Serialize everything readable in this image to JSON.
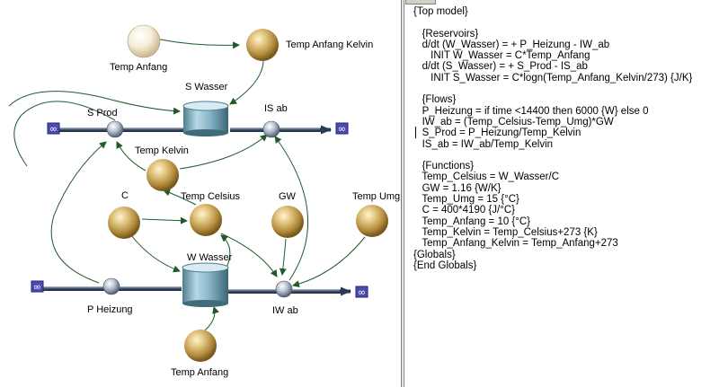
{
  "diagram": {
    "nodes": {
      "temp_anfang_top": "Temp Anfang",
      "temp_anfang_kelvin": "Temp Anfang Kelvin",
      "s_wasser": "S Wasser",
      "s_prod": "S Prod",
      "is_ab": "IS ab",
      "temp_kelvin": "Temp Kelvin",
      "c": "C",
      "temp_celsius": "Temp Celsius",
      "gw": "GW",
      "temp_umg": "Temp Umg",
      "w_wasser": "W Wasser",
      "p_heizung": "P Heizung",
      "iw_ab": "IW ab",
      "temp_anfang_bottom": "Temp Anfang"
    },
    "infinity_symbol": "∞"
  },
  "editor": {
    "lines": [
      "{Top model}",
      "",
      "   {Reservoirs}",
      "   d/dt (W_Wasser) = + P_Heizung - IW_ab",
      "      INIT W_Wasser = C*Temp_Anfang",
      "   d/dt (S_Wasser) = + S_Prod - IS_ab",
      "      INIT S_Wasser = C*logn(Temp_Anfang_Kelvin/273) {J/K}",
      "",
      "   {Flows}",
      "   P_Heizung = if time <14400 then 6000 {W} else 0",
      "   IW_ab = (Temp_Celsius-Temp_Umg)*GW",
      "   S_Prod = P_Heizung/Temp_Kelvin",
      "   IS_ab = IW_ab/Temp_Kelvin",
      "",
      "   {Functions}",
      "   Temp_Celsius = W_Wasser/C",
      "   GW = 1.16 {W/K}",
      "   Temp_Umg = 15 {°C}",
      "   C = 400*4190 {J/°C}",
      "   Temp_Anfang = 10 {°C}",
      "   Temp_Kelvin = Temp_Celsius+273 {K}",
      "   Temp_Anfang_Kelvin = Temp_Anfang+273",
      "{Globals}",
      "{End Globals}"
    ]
  }
}
